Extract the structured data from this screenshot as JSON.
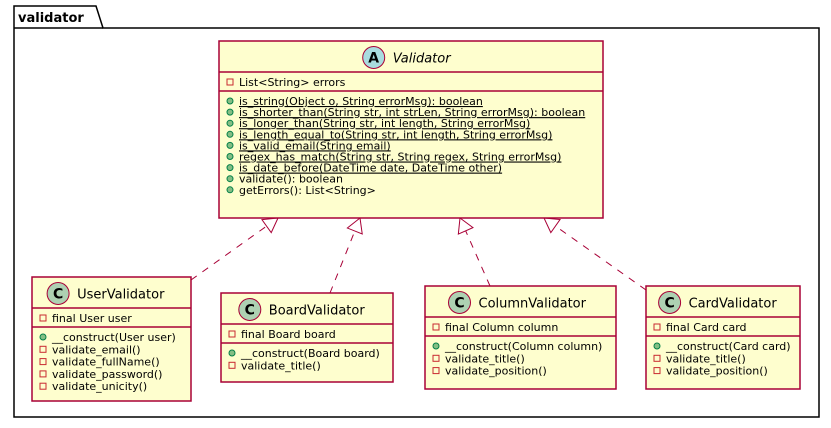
{
  "package": {
    "name": "validator"
  },
  "classes": [
    {
      "id": "validator",
      "name": "Validator",
      "stereotype_letter": "A",
      "stereotype_color": "#A9DCDF",
      "abstract": true,
      "fields": [
        {
          "vis": "private",
          "text": "List<String> errors",
          "static": false
        }
      ],
      "methods": [
        {
          "vis": "public",
          "text": "is_string(Object o, String errorMsg): boolean",
          "static": true
        },
        {
          "vis": "public",
          "text": "is_shorter_than(String str, int strLen, String errorMsg): boolean",
          "static": true
        },
        {
          "vis": "public",
          "text": "is_longer_than(String str, int length, String errorMsg)",
          "static": true
        },
        {
          "vis": "public",
          "text": "is_length_equal_to(String str, int length, String errorMsg)",
          "static": true
        },
        {
          "vis": "public",
          "text": "is_valid_email(String email)",
          "static": true
        },
        {
          "vis": "public",
          "text": "regex_has_match(String str, String regex, String errorMsg)",
          "static": true
        },
        {
          "vis": "public",
          "text": "is_date_before(DateTime date, DateTime other)",
          "static": true
        },
        {
          "vis": "public",
          "text": "validate(): boolean",
          "static": false
        },
        {
          "vis": "public",
          "text": "getErrors(): List<String>",
          "static": false
        }
      ]
    },
    {
      "id": "user",
      "name": "UserValidator",
      "stereotype_letter": "C",
      "stereotype_color": "#ADD1B2",
      "abstract": false,
      "fields": [
        {
          "vis": "private",
          "text": "final User user",
          "static": false
        }
      ],
      "methods": [
        {
          "vis": "public",
          "text": "__construct(User user)",
          "static": false
        },
        {
          "vis": "private",
          "text": "validate_email()",
          "static": false
        },
        {
          "vis": "private",
          "text": "validate_fullName()",
          "static": false
        },
        {
          "vis": "private",
          "text": "validate_password()",
          "static": false
        },
        {
          "vis": "private",
          "text": "validate_unicity()",
          "static": false
        }
      ]
    },
    {
      "id": "board",
      "name": "BoardValidator",
      "stereotype_letter": "C",
      "stereotype_color": "#ADD1B2",
      "abstract": false,
      "fields": [
        {
          "vis": "private",
          "text": "final Board board",
          "static": false
        }
      ],
      "methods": [
        {
          "vis": "public",
          "text": "__construct(Board board)",
          "static": false
        },
        {
          "vis": "private",
          "text": "validate_title()",
          "static": false
        }
      ]
    },
    {
      "id": "column",
      "name": "ColumnValidator",
      "stereotype_letter": "C",
      "stereotype_color": "#ADD1B2",
      "abstract": false,
      "fields": [
        {
          "vis": "private",
          "text": "final Column column",
          "static": false
        }
      ],
      "methods": [
        {
          "vis": "public",
          "text": "__construct(Column column)",
          "static": false
        },
        {
          "vis": "private",
          "text": "validate_title()",
          "static": false
        },
        {
          "vis": "private",
          "text": "validate_position()",
          "static": false
        }
      ]
    },
    {
      "id": "card",
      "name": "CardValidator",
      "stereotype_letter": "C",
      "stereotype_color": "#ADD1B2",
      "abstract": false,
      "fields": [
        {
          "vis": "private",
          "text": "final Card card",
          "static": false
        }
      ],
      "methods": [
        {
          "vis": "public",
          "text": "__construct(Card card)",
          "static": false
        },
        {
          "vis": "private",
          "text": "validate_title()",
          "static": false
        },
        {
          "vis": "private",
          "text": "validate_position()",
          "static": false
        }
      ]
    }
  ],
  "relations": [
    {
      "from": "user",
      "to": "validator",
      "type": "realization"
    },
    {
      "from": "board",
      "to": "validator",
      "type": "realization"
    },
    {
      "from": "column",
      "to": "validator",
      "type": "realization"
    },
    {
      "from": "card",
      "to": "validator",
      "type": "realization"
    }
  ]
}
